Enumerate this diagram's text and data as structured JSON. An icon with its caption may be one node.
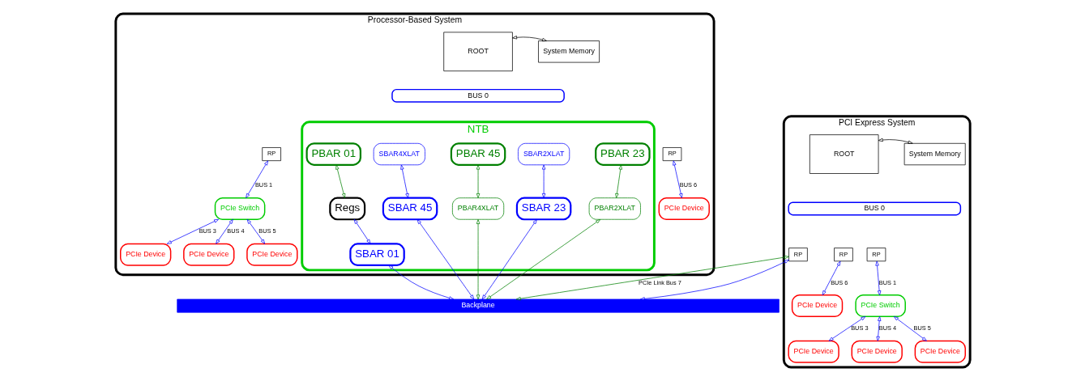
{
  "diagram": {
    "nodes": [
      {
        "text": [
          "Processor-Based System"
        ]
      },
      {
        "text": [
          "ROOT"
        ],
        "in": 0
      },
      {
        "text": [
          "System Memory"
        ],
        "in": 0
      },
      {
        "text": [
          "BUS 0"
        ],
        "in": 0
      },
      {
        "text": [
          "NTB"
        ],
        "in": 0
      },
      {
        "text": [
          "PBAR 01"
        ],
        "in": 4
      },
      {
        "text": [
          "Regs"
        ],
        "in": 4
      },
      {
        "text": [
          "SBAR 01"
        ],
        "in": 4
      },
      {
        "text": [
          "SBAR2XLAT"
        ],
        "in": 4
      },
      {
        "text": [
          "SBAR 23"
        ],
        "in": 4
      },
      {
        "text": [
          "PBAR 23"
        ],
        "in": 4
      },
      {
        "text": [
          "PBAR2XLAT"
        ],
        "in": 4
      },
      {
        "text": [
          "SBAR4XLAT"
        ],
        "in": 4
      },
      {
        "text": [
          "SBAR 45"
        ],
        "in": 4
      },
      {
        "text": [
          "PBAR 45"
        ],
        "in": 4
      },
      {
        "text": [
          "PBAR4XLAT"
        ],
        "in": 4
      },
      {
        "text": [
          "RP"
        ],
        "in": 0
      },
      {
        "text": [
          "RP"
        ],
        "in": 0
      },
      {
        "text": [
          "PCIe Switch"
        ],
        "in": 0
      },
      {
        "text": [
          "PCIe Device"
        ],
        "in": 0
      },
      {
        "text": [
          "PCIe Device"
        ],
        "in": 0
      },
      {
        "text": [
          "PCIe Device"
        ],
        "in": 0
      },
      {
        "text": [
          "PCIe Device"
        ],
        "in": 0
      },
      {
        "text": [
          "PCI Express System"
        ]
      },
      {
        "text": [
          "ROOT"
        ],
        "in": 23
      },
      {
        "text": [
          "System Memory"
        ],
        "in": 23
      },
      {
        "text": [
          "BUS 0"
        ],
        "in": 23
      },
      {
        "text": [
          "RP"
        ],
        "in": 23
      },
      {
        "text": [
          "RP"
        ],
        "in": 23
      },
      {
        "text": [
          "RP"
        ],
        "in": 23
      },
      {
        "text": [
          "PCIe Switch"
        ],
        "in": 23
      },
      {
        "text": [
          "PCIe Device"
        ],
        "in": 23
      },
      {
        "text": [
          "PCIe Device"
        ],
        "in": 23
      },
      {
        "text": [
          "PCIe Device"
        ],
        "in": 23
      },
      {
        "text": [
          "PCIe Device"
        ],
        "in": 23
      },
      {
        "text": [
          "Backplane"
        ]
      }
    ],
    "edges": [
      {
        "from": 1,
        "to": 2,
        "arrow": "both",
        "color": "#000000"
      },
      {
        "from": 5,
        "to": 6,
        "arrow": "both",
        "color": "#008000"
      },
      {
        "from": 6,
        "to": 7,
        "arrow": "both"
      },
      {
        "from": 7,
        "to": 35,
        "arrow": "both"
      },
      {
        "from": 8,
        "to": 9,
        "arrow": "both"
      },
      {
        "from": 9,
        "to": 35,
        "arrow": "both"
      },
      {
        "from": 10,
        "to": 11,
        "arrow": "both",
        "color": "#008000"
      },
      {
        "from": 11,
        "to": 35,
        "arrow": "both",
        "color": "#008000"
      },
      {
        "from": 12,
        "to": 13,
        "arrow": "both"
      },
      {
        "from": 13,
        "to": 35,
        "arrow": "both"
      },
      {
        "from": 14,
        "to": 15,
        "arrow": "both",
        "color": "#008000"
      },
      {
        "from": 15,
        "to": 35,
        "arrow": "both",
        "color": "#008000"
      },
      {
        "from": 16,
        "to": 18,
        "arrow": "both",
        "label": "BUS 1"
      },
      {
        "from": 17,
        "to": 19,
        "arrow": "both",
        "label": "BUS 6"
      },
      {
        "from": 18,
        "to": 20,
        "arrow": "both",
        "label": "BUS 3"
      },
      {
        "from": 18,
        "to": 21,
        "arrow": "both",
        "label": "BUS 4"
      },
      {
        "from": 18,
        "to": 22,
        "arrow": "both",
        "label": "BUS 5"
      },
      {
        "from": 24,
        "to": 25,
        "arrow": "both",
        "color": "#000000"
      },
      {
        "from": 27,
        "to": 30,
        "arrow": "both",
        "label": "BUS 1"
      },
      {
        "from": 28,
        "to": 31,
        "arrow": "both",
        "label": "BUS 6"
      },
      {
        "from": 30,
        "to": 32,
        "arrow": "both",
        "label": "BUS 3"
      },
      {
        "from": 30,
        "to": 33,
        "arrow": "both",
        "label": "BUS 4"
      },
      {
        "from": 30,
        "to": 34,
        "arrow": "both",
        "label": "BUS 5"
      },
      {
        "from": 29,
        "to": 35,
        "arrow": "both"
      },
      {
        "from": 29,
        "to": 35,
        "arrow": "both",
        "color": "#008000",
        "label": "PCIe Link Bus 7"
      }
    ]
  }
}
